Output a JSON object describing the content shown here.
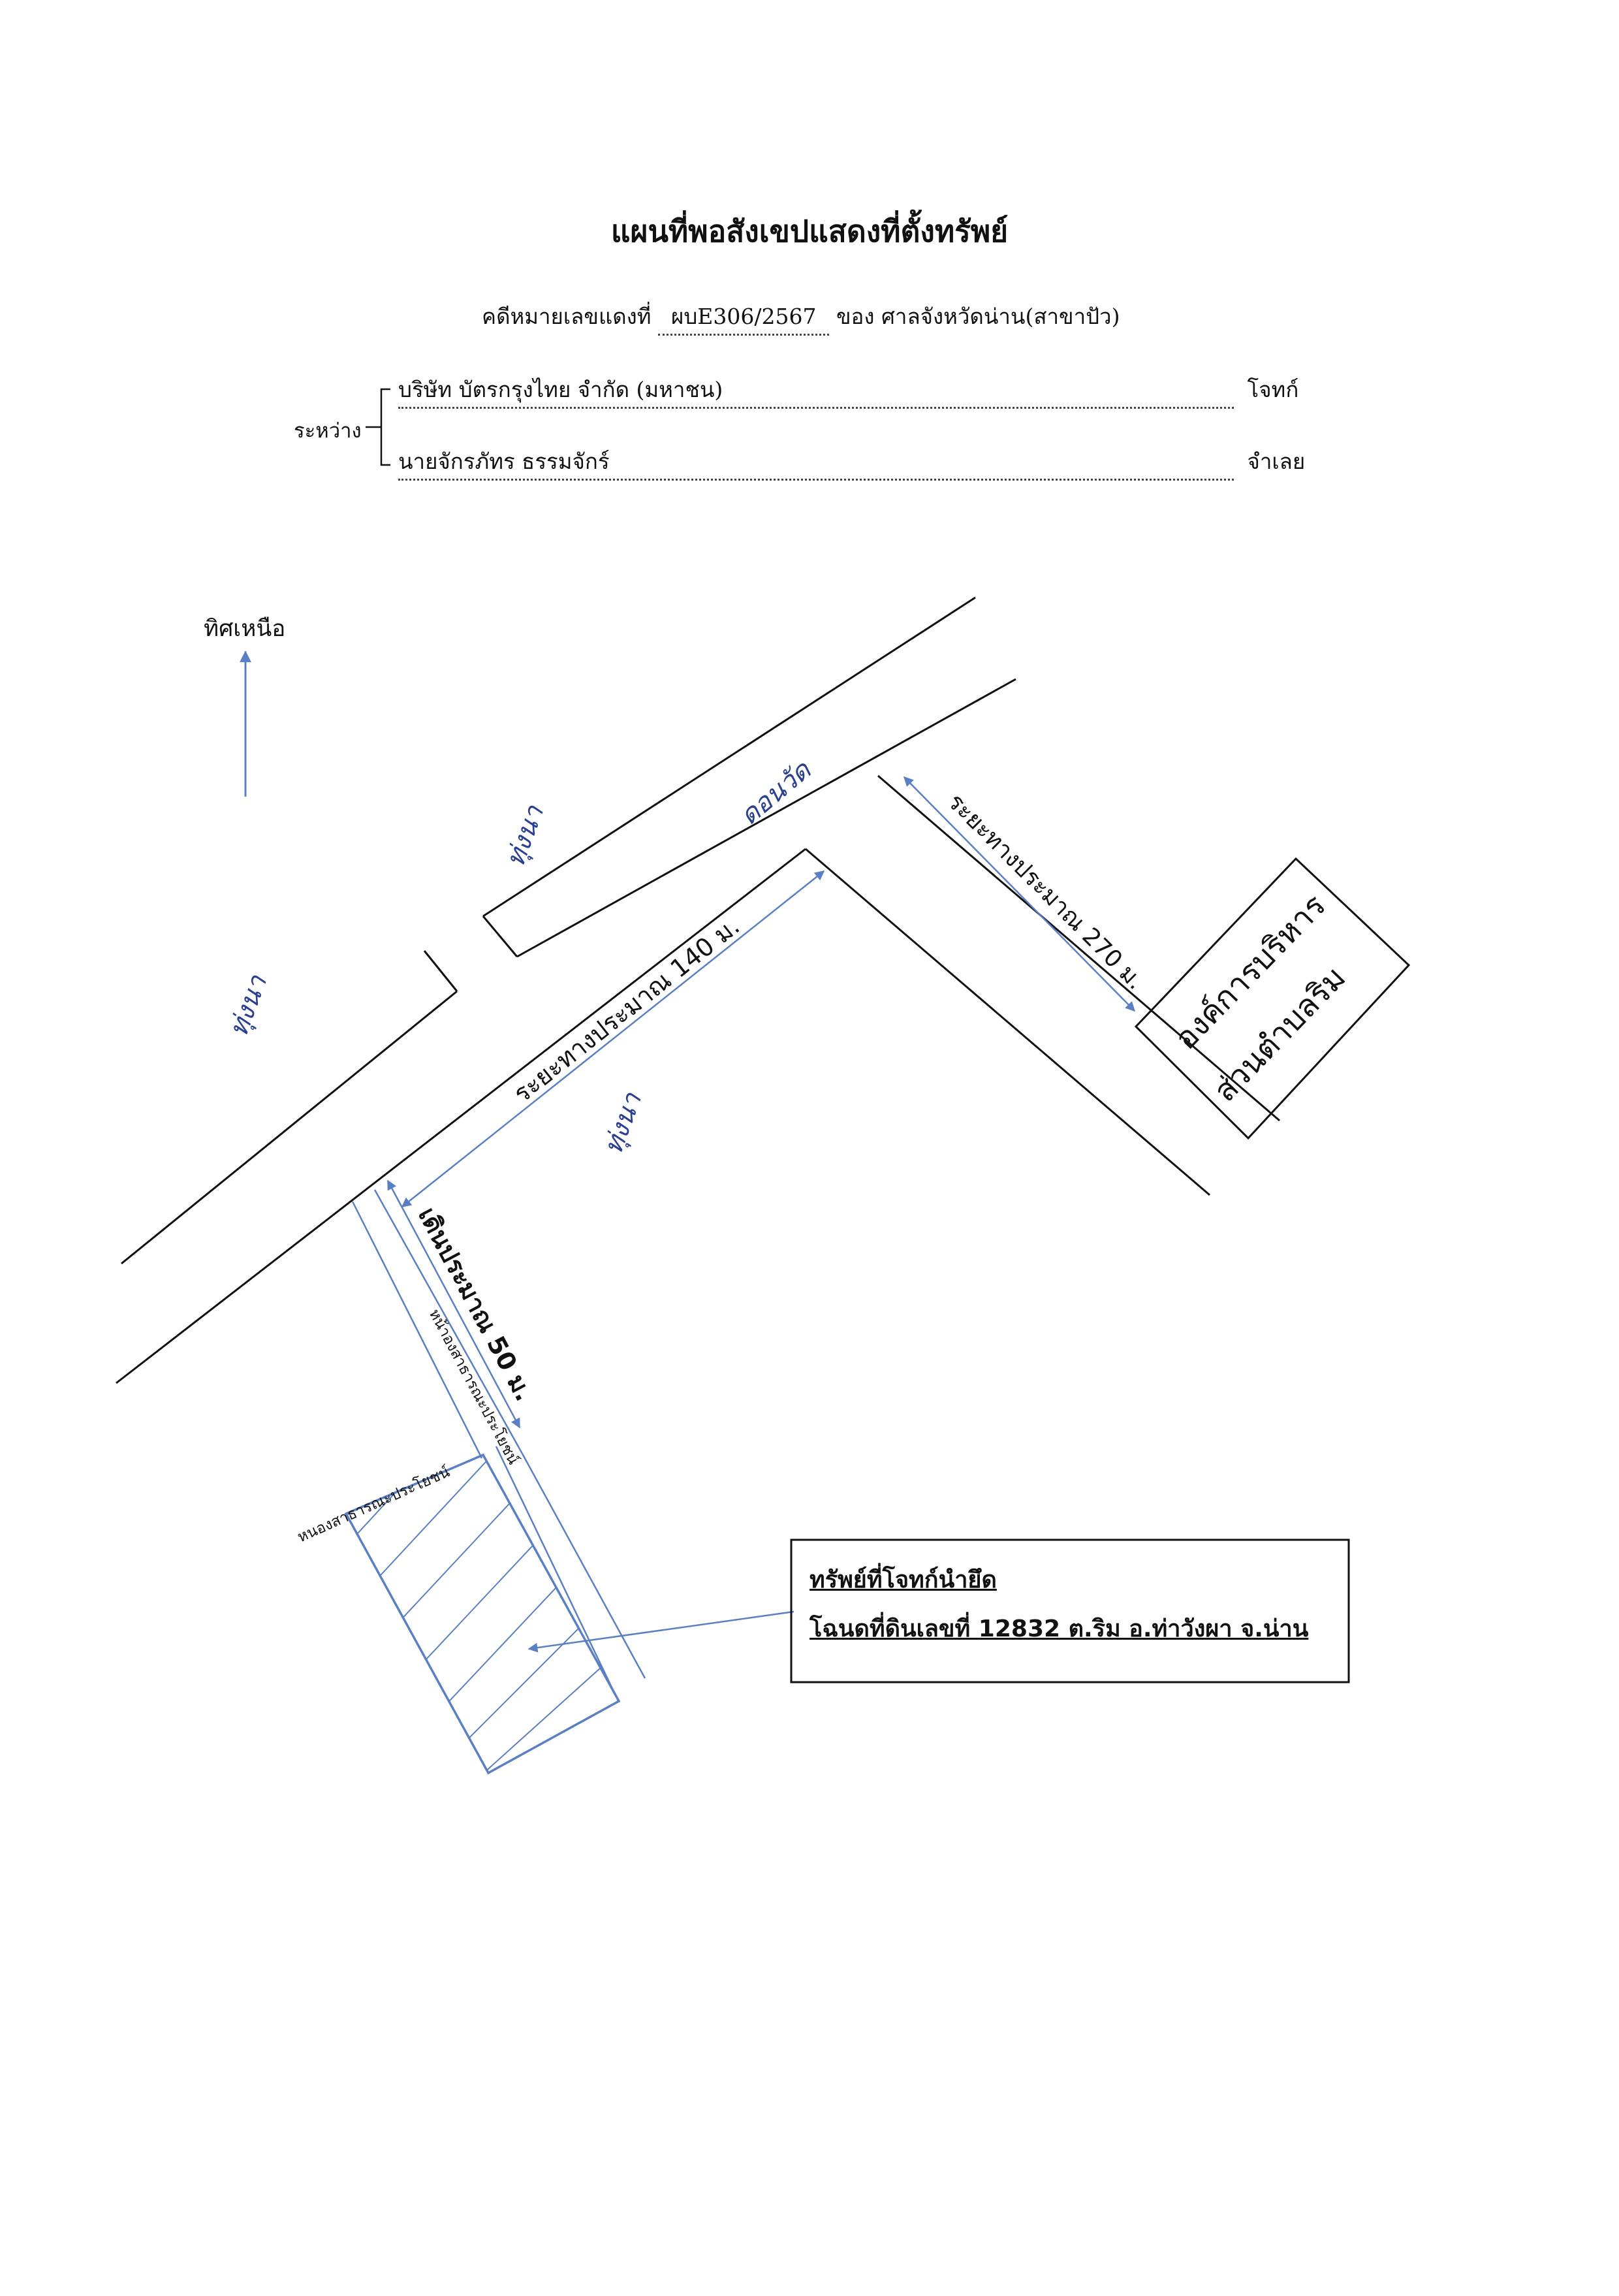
{
  "header": {
    "title": "แผนที่พอสังเขปแสดงที่ตั้งทรัพย์",
    "case_prefix": "คดีหมายเลขแดงที่",
    "case_number": "ผบE306/2567",
    "court": "ของ ศาลจังหวัดน่าน(สาขาปัว)",
    "between": "ระหว่าง",
    "plaintiff_name": "บริษัท บัตรกรุงไทย จำกัด (มหาชน)",
    "plaintiff_role": "โจทก์",
    "defendant_name": "นายจักรภัทร ธรรมจักร์",
    "defendant_role": "จำเลย"
  },
  "map": {
    "north_label": "ทิศเหนือ",
    "handwritten_field_1": "ทุ่งนา",
    "handwritten_field_2": "ทุ่งนา",
    "handwritten_field_3": "ทุ่งนา",
    "handwritten_village": "ดอนวัด",
    "distance_140": "ระยะทางประมาณ 140 ม.",
    "distance_270": "ระยะทางประมาณ 270 ม.",
    "distance_50": "เดินประมาณ 50 ม.",
    "public_path_1": "หน้าองสาธารณะประโยชน์",
    "public_path_2": "หนองสาธารณะประโยชน์",
    "office_line_1": "องค์การบริหาร",
    "office_line_2": "ส่วนตำบลริม",
    "property_box_title": "ทรัพย์ที่โจทก์นำยึด",
    "property_box_detail": "โฉนดที่ดินเลขที่ 12832 ต.ริม อ.ท่าวังผา จ.น่าน"
  },
  "colors": {
    "line": "#111111",
    "arrow": "#5b7fc4",
    "ink": "#2a3f8f"
  }
}
